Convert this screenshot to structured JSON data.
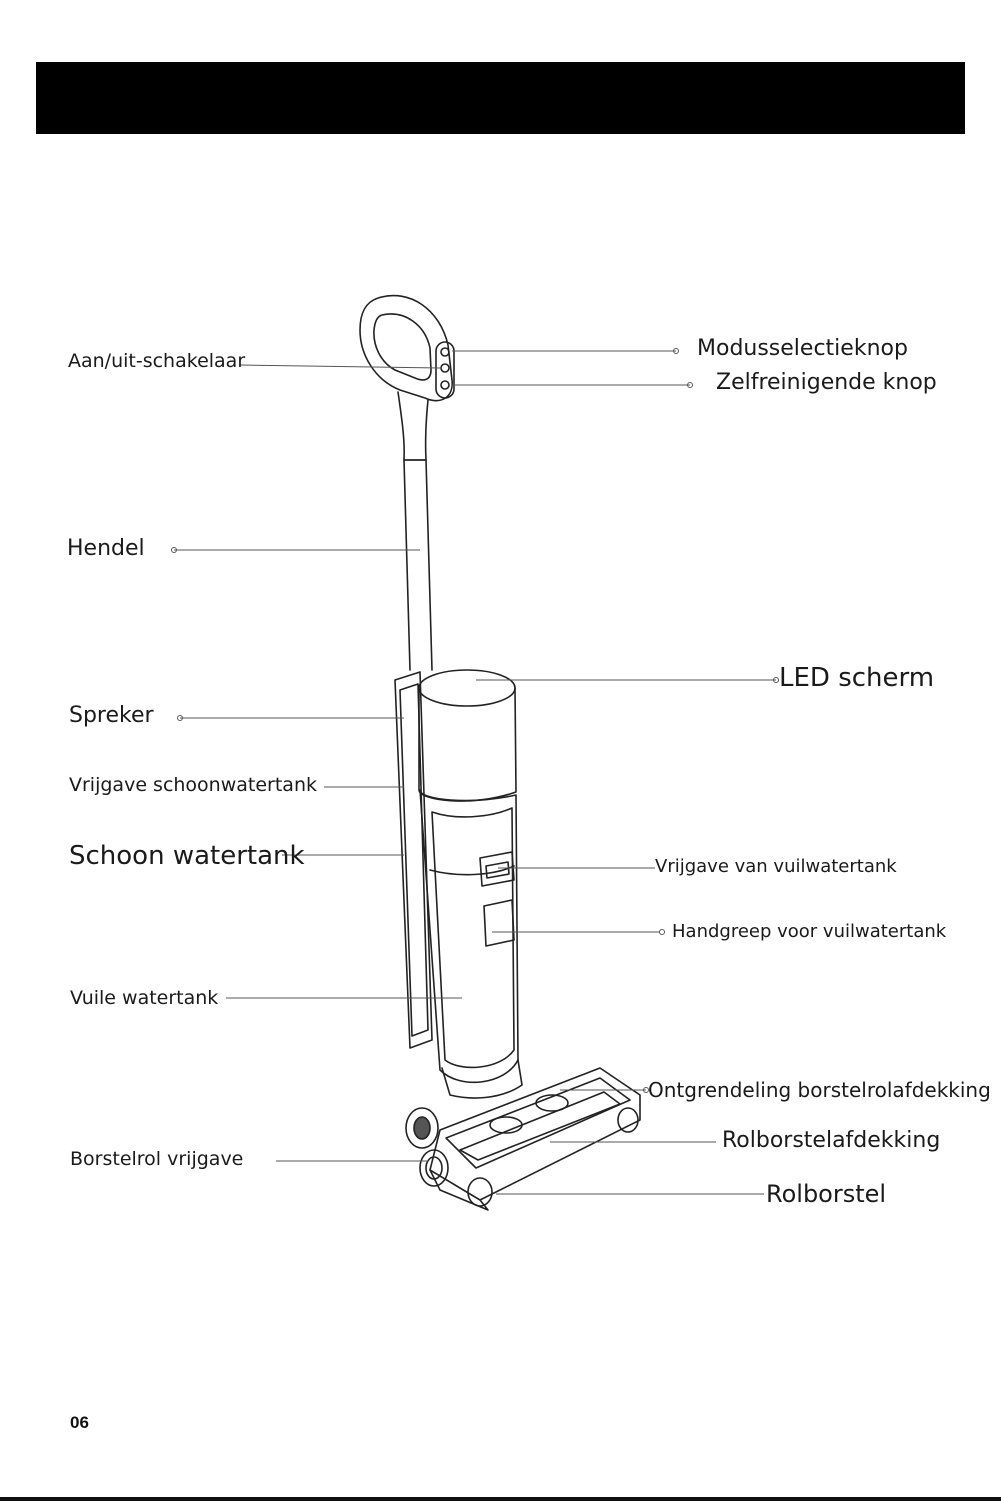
{
  "page": {
    "number": "06"
  },
  "colors": {
    "header": "#000000",
    "stroke": "#222222",
    "label": "#1a1a1a"
  },
  "labels": {
    "power_switch": "Aan/uit-schakelaar",
    "mode_button": "Modusselectieknop",
    "self_clean_button": "Zelfreinigende knop",
    "handle": "Hendel",
    "led_screen": "LED scherm",
    "speaker": "Spreker",
    "clean_tank_release": "Vrijgave schoonwatertank",
    "clean_tank": "Schoon watertank",
    "dirty_tank_release": "Vrijgave van vuilwatertank",
    "dirty_tank_handle": "Handgreep voor vuilwatertank",
    "dirty_tank": "Vuile watertank",
    "brush_cover_unlock": "Ontgrendeling borstelrolafdekking",
    "brush_cover": "Rolborstelafdekking",
    "brushroll_release": "Borstelrol vrijgave",
    "brushroll": "Rolborstel"
  }
}
